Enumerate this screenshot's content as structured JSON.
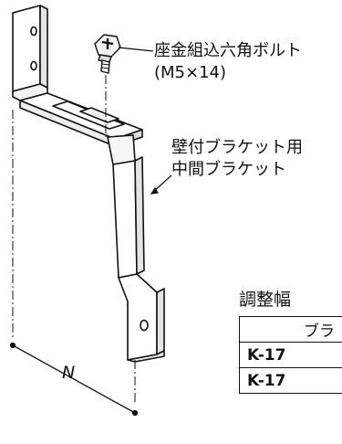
{
  "bolt_label": {
    "line1": "座金組込六角ボルト",
    "line2": "(M5×14)"
  },
  "bracket_label": {
    "line1": "壁付ブラケット用",
    "line2": "中間ブラケット"
  },
  "dimension_label": "N",
  "adjustment_table": {
    "title": "調整幅",
    "header": "ブラ",
    "rows": [
      "K-17",
      "K-17"
    ]
  }
}
